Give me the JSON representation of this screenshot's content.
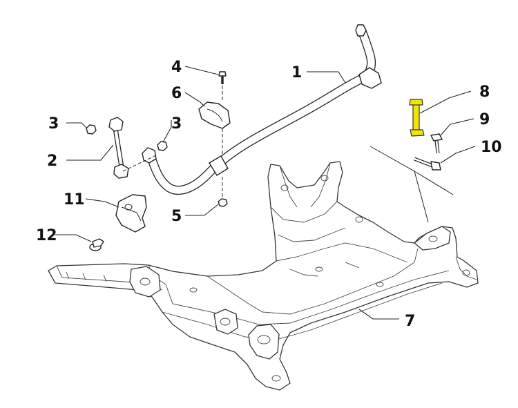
{
  "callouts": [
    {
      "id": "1",
      "label": "1"
    },
    {
      "id": "2",
      "label": "2"
    },
    {
      "id": "3a",
      "label": "3"
    },
    {
      "id": "3b",
      "label": "3"
    },
    {
      "id": "4",
      "label": "4"
    },
    {
      "id": "5",
      "label": "5"
    },
    {
      "id": "6",
      "label": "6"
    },
    {
      "id": "7",
      "label": "7"
    },
    {
      "id": "8",
      "label": "8"
    },
    {
      "id": "9",
      "label": "9"
    },
    {
      "id": "10",
      "label": "10"
    },
    {
      "id": "11",
      "label": "11"
    },
    {
      "id": "12",
      "label": "12"
    }
  ],
  "colors": {
    "highlight_part": "#f2e600",
    "line": "#222222",
    "background": "#ffffff"
  }
}
